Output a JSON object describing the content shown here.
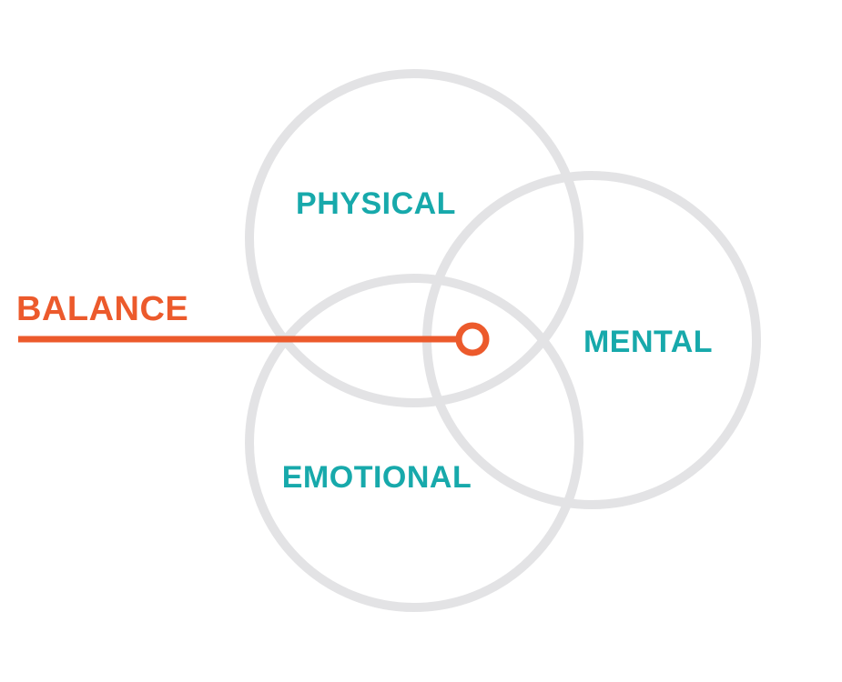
{
  "colors": {
    "circle_stroke": "#e3e3e5",
    "label": "#17a9ab",
    "accent": "#ec5a2c",
    "background": "#ffffff"
  },
  "circles": [
    {
      "label": "PHYSICAL"
    },
    {
      "label": "MENTAL"
    },
    {
      "label": "EMOTIONAL"
    }
  ],
  "pointer": {
    "label": "BALANCE"
  }
}
